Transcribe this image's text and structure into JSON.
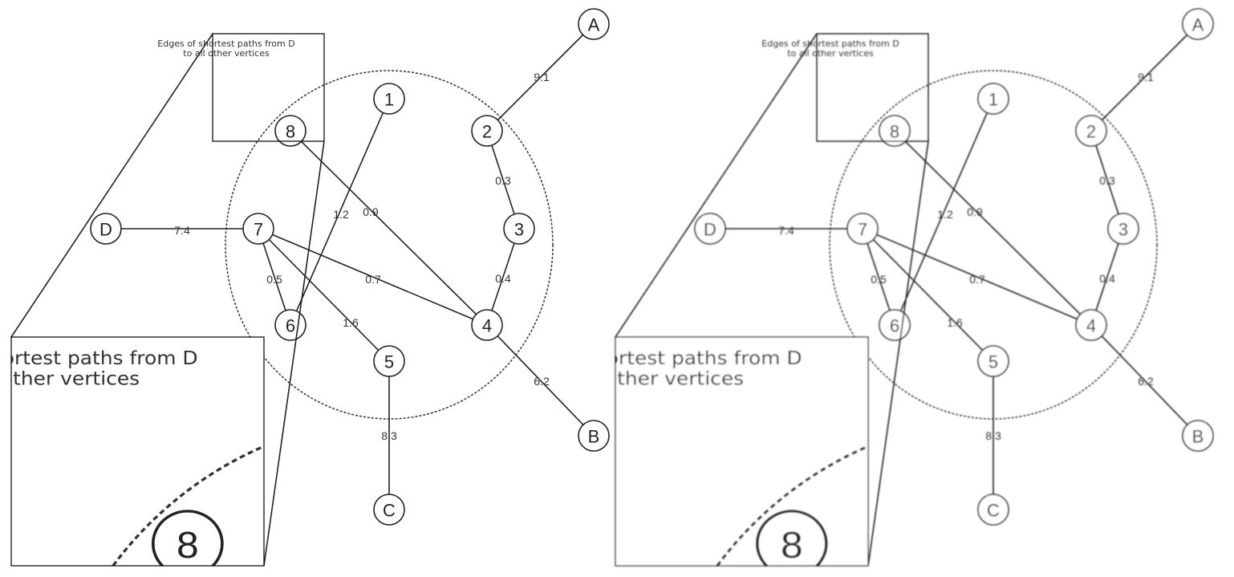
{
  "title_lines": [
    "Edges of shortest paths from D",
    "to all other vertices"
  ],
  "nodes": [
    {
      "id": "A",
      "label": "A"
    },
    {
      "id": "B",
      "label": "B"
    },
    {
      "id": "C",
      "label": "C"
    },
    {
      "id": "D",
      "label": "D"
    },
    {
      "id": "1",
      "label": "1"
    },
    {
      "id": "2",
      "label": "2"
    },
    {
      "id": "3",
      "label": "3"
    },
    {
      "id": "4",
      "label": "4"
    },
    {
      "id": "5",
      "label": "5"
    },
    {
      "id": "6",
      "label": "6"
    },
    {
      "id": "7",
      "label": "7"
    },
    {
      "id": "8",
      "label": "8"
    }
  ],
  "edges": [
    {
      "from": "D",
      "to": "7",
      "weight": "7.4"
    },
    {
      "from": "7",
      "to": "6",
      "weight": "0.5"
    },
    {
      "from": "7",
      "to": "4",
      "weight": "0.7"
    },
    {
      "from": "7",
      "to": "5",
      "weight": "1.6"
    },
    {
      "from": "6",
      "to": "1",
      "weight": "1.2"
    },
    {
      "from": "8",
      "to": "4",
      "weight": "0.9"
    },
    {
      "from": "2",
      "to": "3",
      "weight": "0.3"
    },
    {
      "from": "3",
      "to": "4",
      "weight": "0.4"
    },
    {
      "from": "2",
      "to": "A",
      "weight": "9.1"
    },
    {
      "from": "4",
      "to": "B",
      "weight": "6.2"
    },
    {
      "from": "5",
      "to": "C",
      "weight": "8.3"
    }
  ],
  "panels": [
    {
      "name": "original",
      "blurred": false
    },
    {
      "name": "degraded",
      "blurred": true
    }
  ]
}
